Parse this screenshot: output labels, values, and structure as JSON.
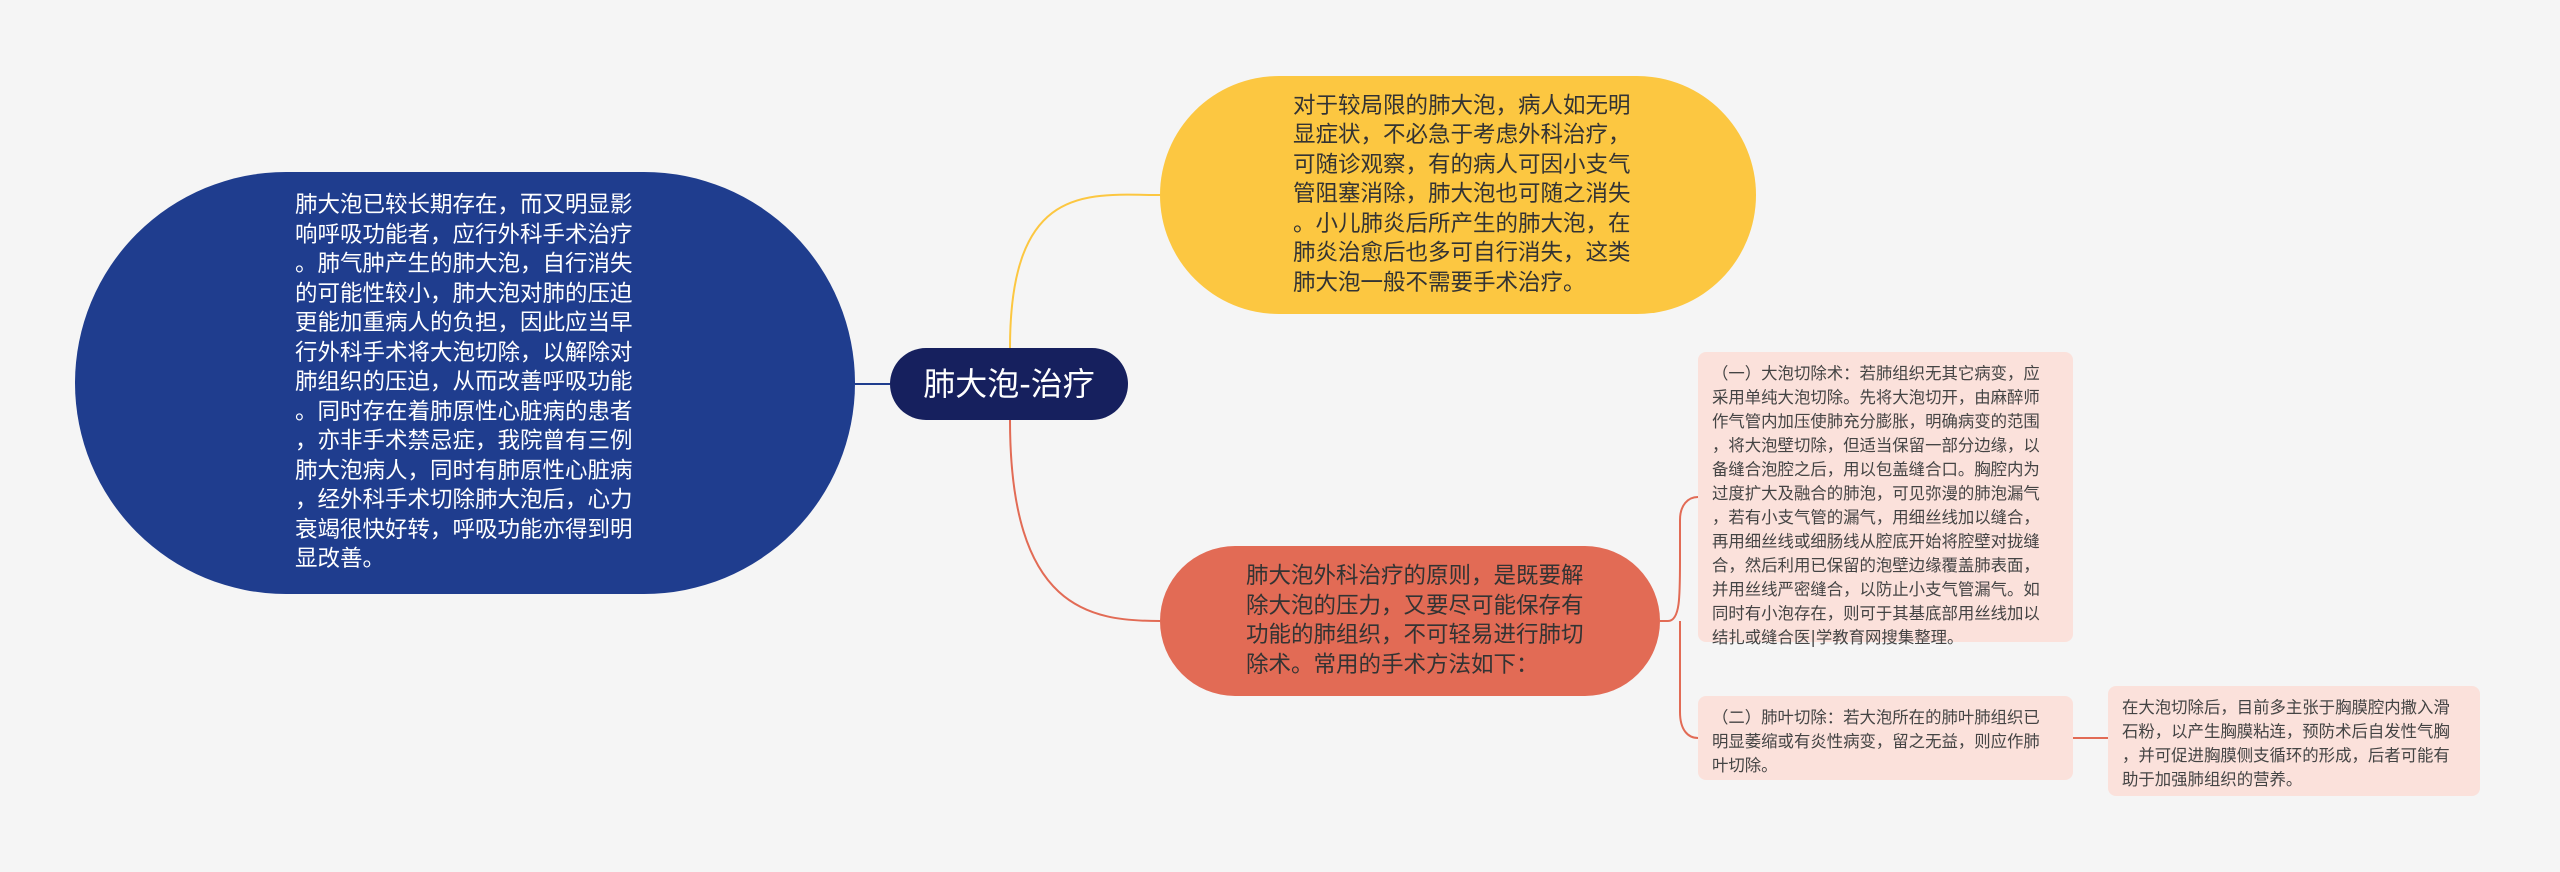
{
  "root": {
    "label": "肺大泡-治疗"
  },
  "left_node": {
    "text": "肺大泡已较长期存在，而又明显影\n响呼吸功能者，应行外科手术治疗\n。肺气肿产生的肺大泡，自行消失\n的可能性较小，肺大泡对肺的压迫\n更能加重病人的负担，因此应当早\n行外科手术将大泡切除，以解除对\n肺组织的压迫，从而改善呼吸功能\n。同时存在着肺原性心脏病的患者\n，亦非手术禁忌症，我院曾有三例\n肺大泡病人，同时有肺原性心脏病\n，经外科手术切除肺大泡后，心力\n衰竭很快好转，呼吸功能亦得到明\n显改善。"
  },
  "yellow_node": {
    "text": "对于较局限的肺大泡，病人如无明\n显症状，不必急于考虑外科治疗，\n可随诊观察，有的病人可因小支气\n管阻塞消除，肺大泡也可随之消失\n。小儿肺炎后所产生的肺大泡，在\n肺炎治愈后也多可自行消失，这类\n肺大泡一般不需要手术治疗。"
  },
  "orange_node": {
    "text": "肺大泡外科治疗的原则，是既要解\n除大泡的压力，又要尽可能保存有\n功能的肺组织，不可轻易进行肺切\n除术。常用的手术方法如下："
  },
  "leaves": {
    "bulla_resection": "（一）大泡切除术：若肺组织无其它病变，应\n采用单纯大泡切除。先将大泡切开，由麻醉师\n作气管内加压使肺充分膨胀，明确病变的范围\n，将大泡壁切除，但适当保留一部分边缘，以\n备缝合泡腔之后，用以包盖缝合口。胸腔内为\n过度扩大及融合的肺泡，可见弥漫的肺泡漏气\n，若有小支气管的漏气，用细丝线加以缝合，\n再用细丝线或细肠线从腔底开始将腔壁对拢缝\n合，然后利用已保留的泡壁边缘覆盖肺表面，\n并用丝线严密缝合，以防止小支气管漏气。如\n同时有小泡存在，则可于其基底部用丝线加以\n结扎或缝合医|学教育网搜集整理。",
    "lobectomy": "（二）肺叶切除：若大泡所在的肺叶肺组织已\n明显萎缩或有炎性病变，留之无益，则应作肺\n叶切除。",
    "post_op": "在大泡切除后，目前多主张于胸膜腔内撒入滑\n石粉，以产生胸膜粘连，预防术后自发性气胸\n，并可促进胸膜侧支循环的形成，后者可能有\n助于加强肺组织的营养。"
  },
  "colors": {
    "root": "#16205e",
    "left": "#1f3d8e",
    "yellow": "#fcc741",
    "orange": "#e26b55",
    "leaf": "#fbe1db"
  }
}
